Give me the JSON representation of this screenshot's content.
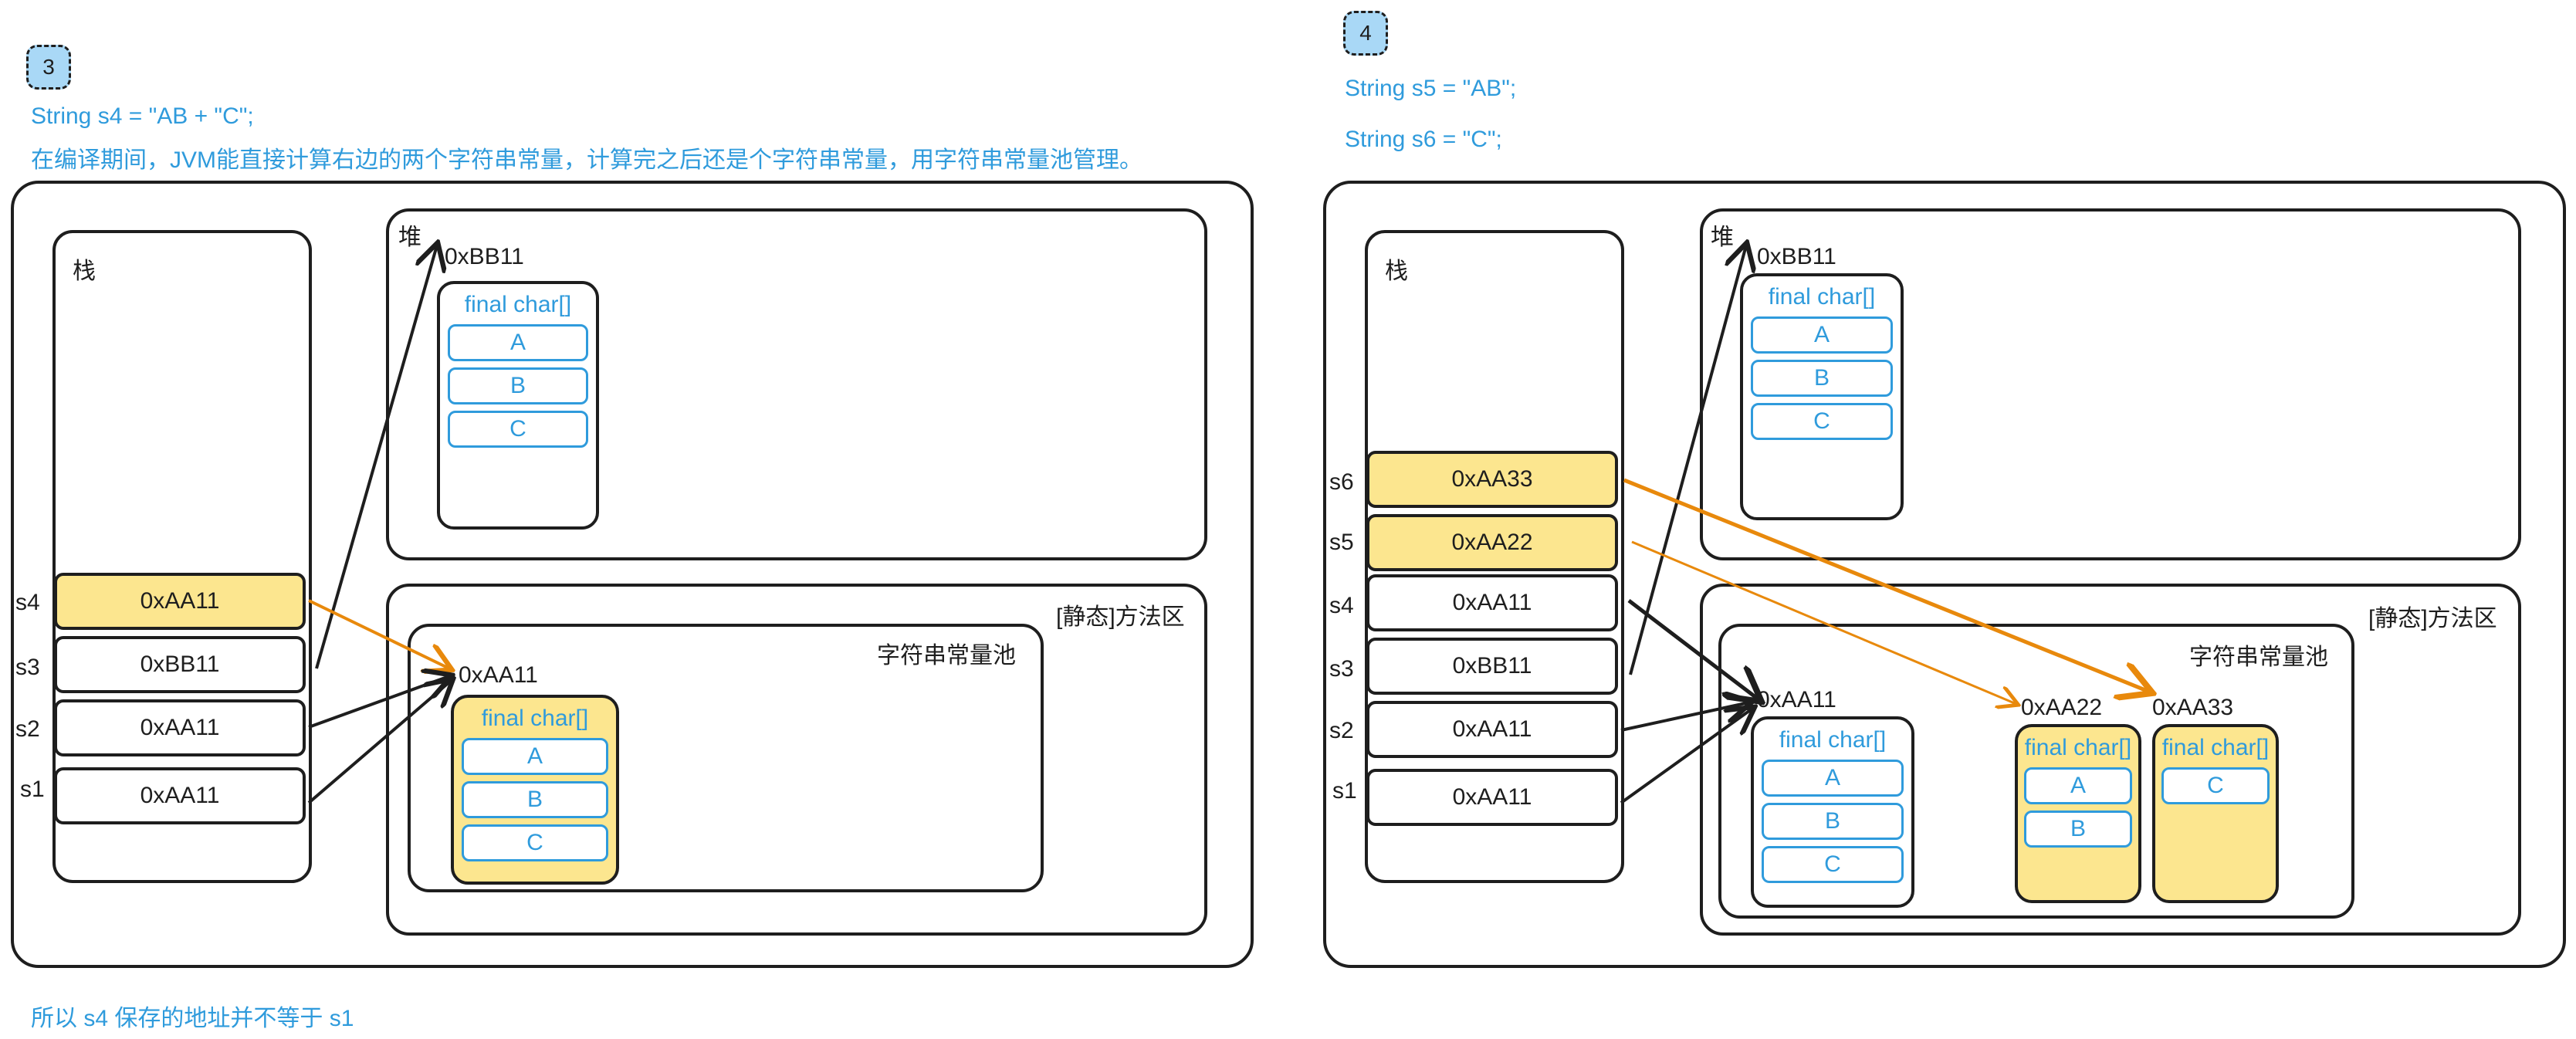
{
  "left": {
    "step": "3",
    "code_line": "String s4 = \"AB + \"C\";",
    "explanation": "在编译期间，JVM能直接计算右边的两个字符串常量，计算完之后还是个字符串常量，用字符串常量池管理。",
    "conclusion": "所以 s4 保存的地址并不等于 s1",
    "stack": {
      "title": "栈",
      "rows": [
        {
          "var": "s4",
          "value": "0xAA11",
          "highlight": true
        },
        {
          "var": "s3",
          "value": "0xBB11",
          "highlight": false
        },
        {
          "var": "s2",
          "value": "0xAA11",
          "highlight": false
        },
        {
          "var": "s1",
          "value": "0xAA11",
          "highlight": false
        }
      ]
    },
    "heap": {
      "title": "堆",
      "objects": [
        {
          "address": "0xBB11",
          "type": "final char[]",
          "items": [
            "A",
            "B",
            "C"
          ]
        }
      ]
    },
    "method_area": {
      "title": "[静态]方法区",
      "pool_title": "字符串常量池",
      "objects": [
        {
          "address": "0xAA11",
          "type": "final char[]",
          "items": [
            "A",
            "B",
            "C"
          ],
          "highlight": true
        }
      ]
    }
  },
  "right": {
    "step": "4",
    "code_lines": [
      "String s5 = \"AB\";",
      "String s6 = \"C\";"
    ],
    "stack": {
      "title": "栈",
      "rows": [
        {
          "var": "s6",
          "value": "0xAA33",
          "highlight": true
        },
        {
          "var": "s5",
          "value": "0xAA22",
          "highlight": true
        },
        {
          "var": "s4",
          "value": "0xAA11",
          "highlight": false
        },
        {
          "var": "s3",
          "value": "0xBB11",
          "highlight": false
        },
        {
          "var": "s2",
          "value": "0xAA11",
          "highlight": false
        },
        {
          "var": "s1",
          "value": "0xAA11",
          "highlight": false
        }
      ]
    },
    "heap": {
      "title": "堆",
      "objects": [
        {
          "address": "0xBB11",
          "type": "final char[]",
          "items": [
            "A",
            "B",
            "C"
          ]
        }
      ]
    },
    "method_area": {
      "title": "[静态]方法区",
      "pool_title": "字符串常量池",
      "objects": [
        {
          "address": "0xAA11",
          "type": "final char[]",
          "items": [
            "A",
            "B",
            "C"
          ],
          "highlight": false
        },
        {
          "address": "0xAA22",
          "type": "final char[]",
          "items": [
            "A",
            "B"
          ],
          "highlight": true
        },
        {
          "address": "0xAA33",
          "type": "final char[]",
          "items": [
            "C"
          ],
          "highlight": true
        }
      ]
    }
  },
  "colors": {
    "stroke": "#1e1e1e",
    "text_blue": "#2f9bdc",
    "highlight_fill": "#fce68f",
    "badge_fill": "#a9d8f6",
    "arrow_orange": "#e8890c"
  }
}
